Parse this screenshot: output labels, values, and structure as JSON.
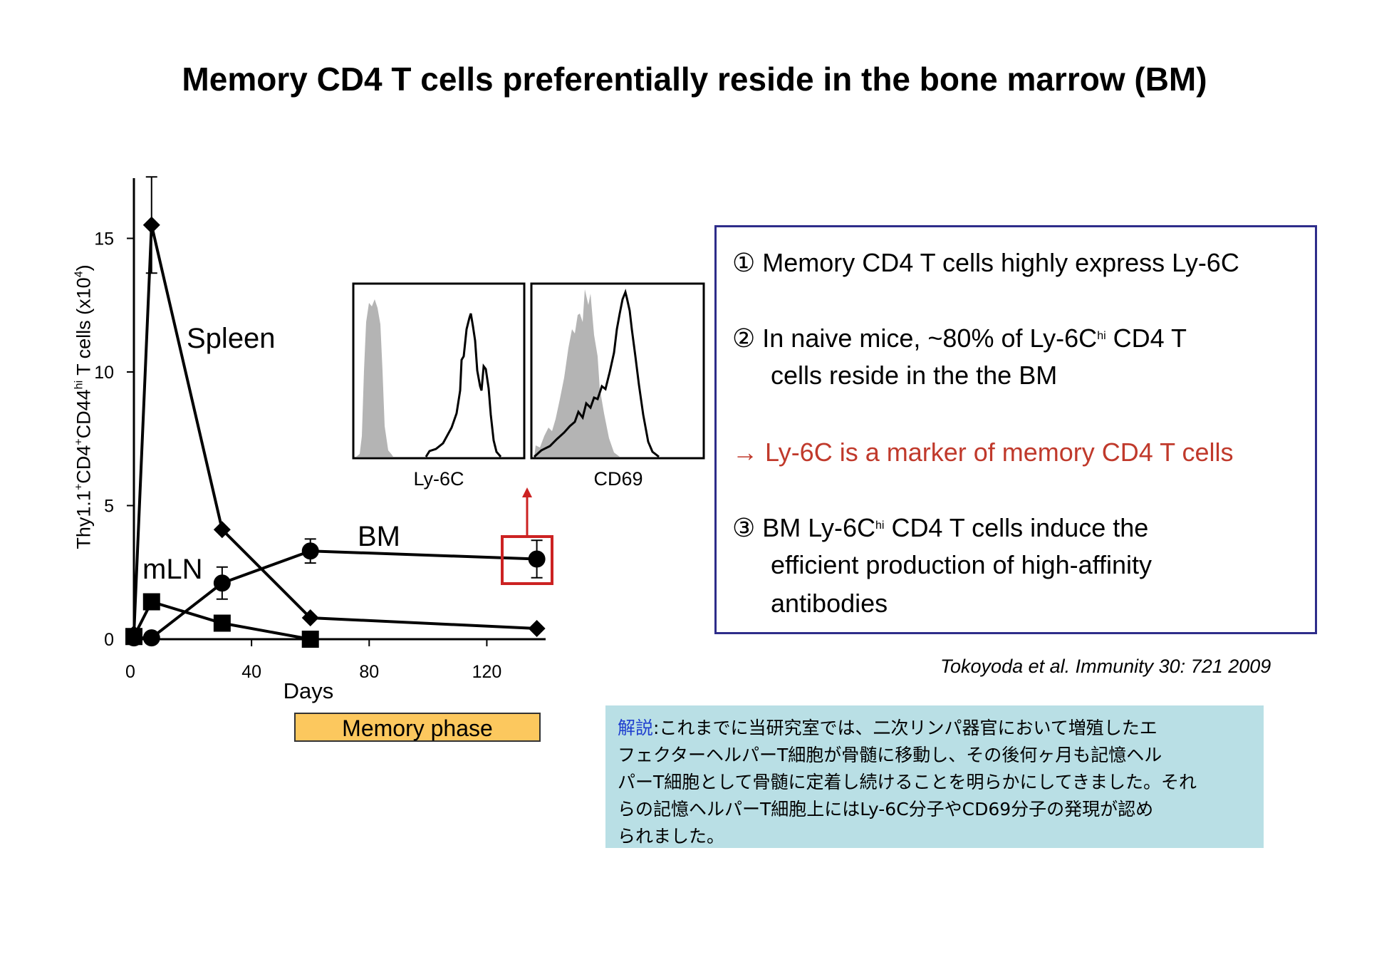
{
  "title": "Memory CD4 T cells preferentially reside in the bone marrow (BM)",
  "chart_data": {
    "type": "line",
    "xlabel": "Days",
    "ylabel": {
      "base": "Thy1.1",
      "sup1": "+",
      "mid1": "CD4",
      "sup2": "+",
      "mid2": "CD44",
      "sup3": "hi",
      "tail": " T cells (x10",
      "sup4": "4",
      "end": ")"
    },
    "x_ticks": [
      0,
      40,
      80,
      120
    ],
    "y_ticks": [
      0,
      5,
      10,
      15
    ],
    "xlim": [
      0,
      140
    ],
    "ylim": [
      0,
      18
    ],
    "series": [
      {
        "name": "Spleen",
        "marker": "diamond",
        "x": [
          0,
          6,
          30,
          60,
          137
        ],
        "y": [
          0.2,
          15.5,
          4.1,
          0.8,
          0.4
        ],
        "err": [
          0,
          1.8,
          0,
          0,
          0
        ]
      },
      {
        "name": "mLN",
        "marker": "square",
        "x": [
          0,
          6,
          30,
          60
        ],
        "y": [
          0.1,
          1.4,
          0.6,
          0.0
        ],
        "err": [
          0,
          0,
          0,
          0
        ]
      },
      {
        "name": "BM",
        "marker": "circle",
        "x": [
          0,
          6,
          30,
          60,
          137
        ],
        "y": [
          0.05,
          0.05,
          2.1,
          3.3,
          3.0
        ],
        "err": [
          0,
          0,
          0.6,
          0.45,
          0.7
        ]
      }
    ],
    "highlight_point": {
      "series": "BM",
      "x": 137,
      "color": "#cc2222"
    },
    "insets": [
      {
        "label": "Ly-6C"
      },
      {
        "label": "CD69"
      }
    ]
  },
  "memory_phase": "Memory phase",
  "info": {
    "p1": "① Memory CD4 T cells highly express Ly-6C",
    "p2a_pre": "② In naive mice, ~80% of Ly-6C",
    "p2a_sup": "hi",
    "p2a_post": " CD4 T",
    "p2b": "cells reside in the the BM",
    "p3": "→ Ly-6C is a marker of memory CD4 T cells",
    "p4a_pre": "③ BM Ly-6C",
    "p4a_sup": "hi",
    "p4a_post": " CD4 T cells induce the",
    "p4b": "efficient production of high-affinity",
    "p4c": "antibodies",
    "red_color": "#c0392b",
    "border_color": "#2e2d8a"
  },
  "citation": "Tokoyoda et al. Immunity 30: 721 2009",
  "jp": {
    "label": "解説",
    "line1": ":これまでに当研究室では、二次リンパ器官において増殖したエ",
    "line2": "フェクターヘルパーT細胞が骨髄に移動し、その後何ヶ月も記憶ヘル",
    "line3": "パーT細胞として骨髄に定着し続けることを明らかにしてきました。それ",
    "line4": "らの記憶ヘルパーT細胞上にはLy-6C分子やCD69分子の発現が認め",
    "line5": "られました。"
  }
}
